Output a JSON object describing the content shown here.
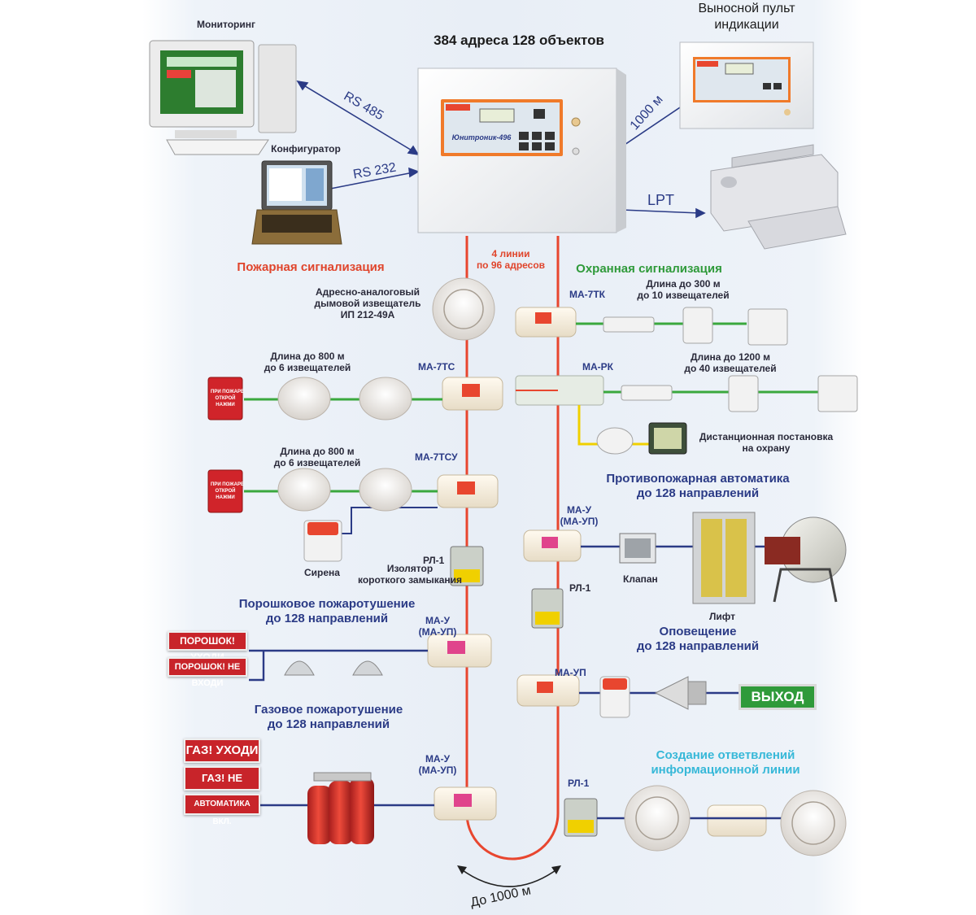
{
  "title": "384 адреса 128 объектов",
  "panel_brand": "Юнитроник-496",
  "top": {
    "monitoring": "Мониторинг",
    "configurator": "Конфигуратор",
    "remote_panel": [
      "Выносной пульт",
      "индикации"
    ],
    "rs485": "RS 485",
    "rs232": "RS 232",
    "dist_1000": "1000 м",
    "lpt": "LPT"
  },
  "lines_note": [
    "4 линии",
    "по 96 адресов"
  ],
  "fire": {
    "heading": "Пожарная сигнализация",
    "smoke_detector": [
      "Адресно-аналоговый",
      "дымовой извещатель",
      "ИП 212-49А"
    ],
    "length1": [
      "Длина до 800 м",
      "до 6 извещателей"
    ],
    "ma7tc": "МА-7ТС",
    "length2": [
      "Длина до 800 м",
      "до 6 извещателей"
    ],
    "ma7tcu": "МА-7ТСУ",
    "call_point": [
      "ПРИ ПОЖАРЕ",
      "ОТКРОЙ",
      "НАЖМИ"
    ],
    "siren": "Сирена",
    "isolator": [
      "Изолятор",
      "короткого замыкания"
    ],
    "rl1": "РЛ-1"
  },
  "security": {
    "heading": "Охранная сигнализация",
    "ma7tk": "МА-7ТК",
    "length1": [
      "Длина до 300 м",
      "до 10 извещателей"
    ],
    "mark": "МА-РК",
    "length2": [
      "Длина до 1200 м",
      "до 40 извещателей"
    ],
    "remote_arm": [
      "Дистанционная постановка",
      "на охрану"
    ]
  },
  "automation": {
    "heading": [
      "Противопожарная автоматика",
      "до 128 направлений"
    ],
    "mau": [
      "МА-У",
      "(МА-УП)"
    ],
    "valve": "Клапан",
    "lift": "Лифт",
    "rl1": "РЛ-1"
  },
  "powder": {
    "heading": [
      "Порошковое пожаротушение",
      "до 128 направлений"
    ],
    "mau": [
      "МА-У",
      "(МА-УП)"
    ],
    "sign1": "ПОРОШОК! УХОДИ",
    "sign2": "ПОРОШОК! НЕ ВХОДИ"
  },
  "notification": {
    "heading": [
      "Оповещение",
      "до 128 направлений"
    ],
    "maup": "МА-УП",
    "exit": "ВЫХОД"
  },
  "gas": {
    "heading": [
      "Газовое пожаротушение",
      "до 128 направлений"
    ],
    "mau": [
      "МА-У",
      "(МА-УП)"
    ],
    "sign1": "ГАЗ! УХОДИ",
    "sign2": "ГАЗ! НЕ ВХОДИ",
    "sign3": "АВТОМАТИКА ВКЛ."
  },
  "branch": {
    "heading": [
      "Создание ответвлений",
      "информационной линии"
    ],
    "rl1": "РЛ-1"
  },
  "bottom": "До 1000 м",
  "colors": {
    "loop": "#e8462f",
    "green_line": "#3aa83e",
    "blue_line": "#2b3b86",
    "yellow_line": "#f0d000"
  }
}
